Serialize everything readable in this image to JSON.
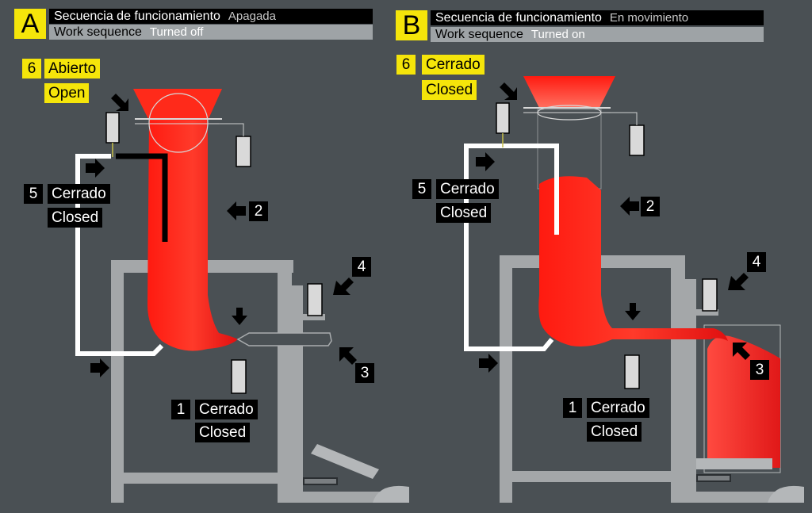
{
  "colors": {
    "background": "#4a5054",
    "label_yellow": "#f5e50a",
    "molten_red": "#ff2a1a",
    "frame_gray": "#a4a7a9",
    "pipe_white": "#ffffff"
  },
  "panels": [
    {
      "letter": "A",
      "title_es": "Secuencia de funcionamiento",
      "state_es": "Apagada",
      "title_en": "Work sequence",
      "state_en": "Turned off",
      "labels": [
        {
          "num": "6",
          "es": "Abierto",
          "en": "Open"
        },
        {
          "num": "5",
          "es": "Cerrado",
          "en": "Closed"
        },
        {
          "num": "2"
        },
        {
          "num": "4"
        },
        {
          "num": "3"
        },
        {
          "num": "1",
          "es": "Cerrado",
          "en": "Closed"
        }
      ]
    },
    {
      "letter": "B",
      "title_es": "Secuencia de funcionamiento",
      "state_es": "En movimiento",
      "title_en": "Work sequence",
      "state_en": "Turned on",
      "labels": [
        {
          "num": "6",
          "es": "Cerrado",
          "en": "Closed"
        },
        {
          "num": "5",
          "es": "Cerrado",
          "en": "Closed"
        },
        {
          "num": "2"
        },
        {
          "num": "4"
        },
        {
          "num": "3"
        },
        {
          "num": "1",
          "es": "Cerrado",
          "en": "Closed"
        }
      ]
    }
  ]
}
